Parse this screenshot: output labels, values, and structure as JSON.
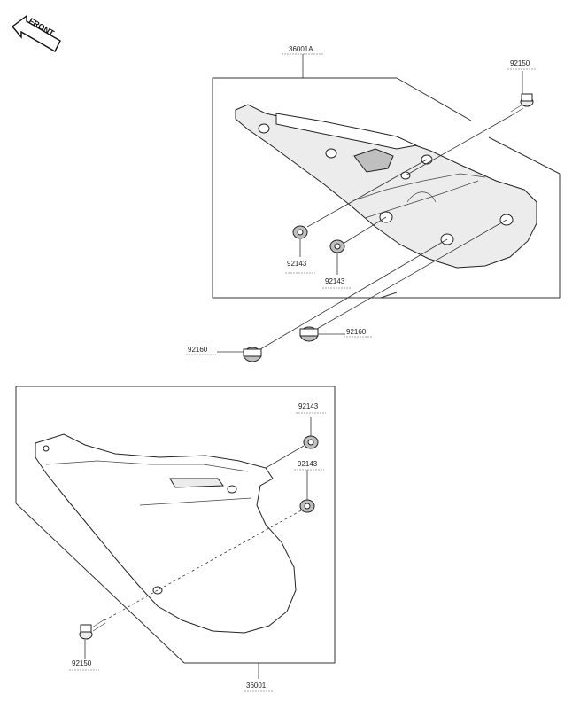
{
  "front_marker": {
    "text": "FRONT",
    "icon": "front-arrow-icon"
  },
  "upper_assembly": {
    "assembly_part_number": "36001A",
    "labels": {
      "bolt": "92150",
      "grommet_left": "92143",
      "grommet_right": "92143",
      "damper_left": "92160",
      "damper_right": "92160"
    }
  },
  "lower_assembly": {
    "assembly_part_number": "36001",
    "labels": {
      "grommet_top": "92143",
      "grommet_middle": "92143",
      "bolt": "92150"
    }
  }
}
